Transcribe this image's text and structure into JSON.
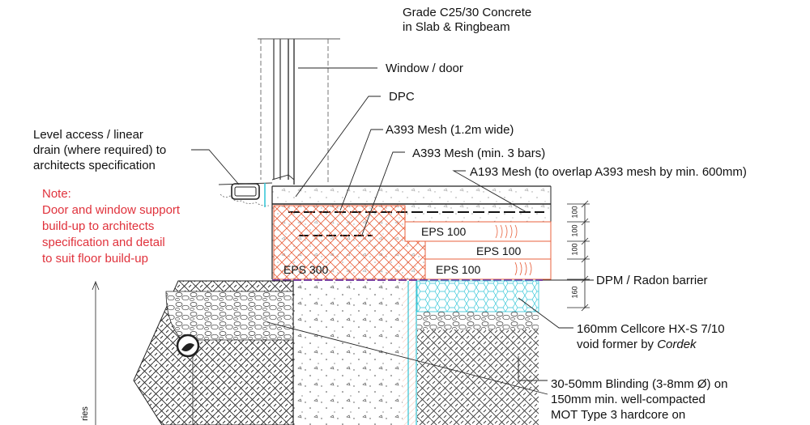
{
  "labels": {
    "concrete_line1": "Grade C25/30 Concrete",
    "concrete_line2": "in Slab & Ringbeam",
    "window_door": "Window / door",
    "dpc": "DPC",
    "mesh_a393_wide": "A393 Mesh (1.2m wide)",
    "mesh_a393_bars": "A393 Mesh (min. 3 bars)",
    "mesh_a193": "A193 Mesh (to overlap A393 mesh by min. 600mm)",
    "level_access_line1": "Level access / linear",
    "level_access_line2": "drain (where required) to",
    "level_access_line3": "architects specification",
    "dpm": "DPM / Radon barrier",
    "cellcore_line1": "160mm Cellcore HX-S 7/10",
    "cellcore_line2_pre": "void former by ",
    "cellcore_line2_brand": "Cordek",
    "blinding_line1": "30-50mm Blinding (3-8mm Ø) on",
    "blinding_line2": "150mm min. well-compacted",
    "blinding_line3": "MOT Type 3 hardcore on",
    "side_text": "ries"
  },
  "note": {
    "title": "Note:",
    "line1": "Door and window support",
    "line2": "build-up to architects",
    "line3": "specification and detail",
    "line4": "to suit floor build-up"
  },
  "materials": {
    "eps300": "EPS 300",
    "eps100_top": "EPS 100",
    "eps100_mid": "EPS 100",
    "eps100_bottom": "EPS 100"
  },
  "dimensions": [
    "100",
    "100",
    "100",
    "160"
  ],
  "colors": {
    "note_text": "#e0323c",
    "insulation_hatch": "#e8603c",
    "cellcore": "#2ec4d6",
    "dpm_line": "#7a3fa0"
  }
}
